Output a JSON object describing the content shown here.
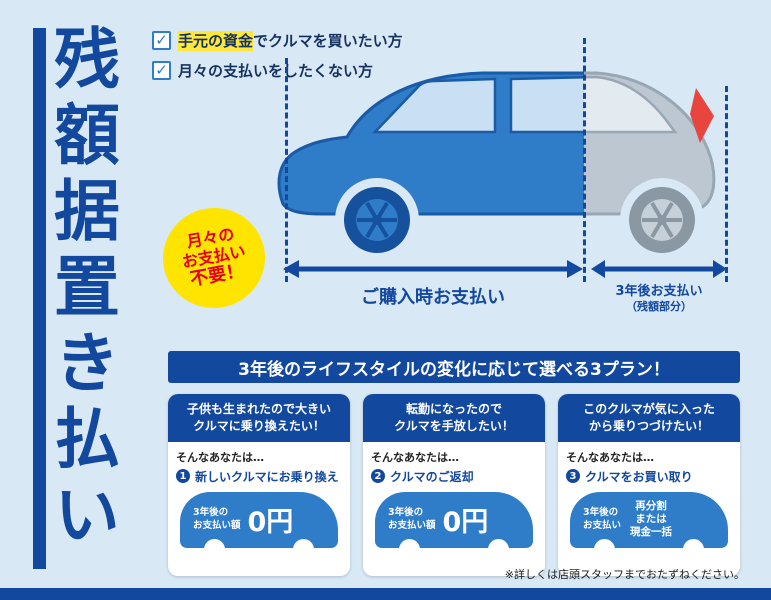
{
  "colors": {
    "background": "#d9e8f5",
    "primary_blue": "#12489e",
    "car_blue": "#2f7cc9",
    "car_gray": "#bcc7d1",
    "highlight_yellow": "#ffe83a",
    "badge_yellow": "#ffe400",
    "badge_red": "#e60012",
    "taillight_red": "#e8453f"
  },
  "icons": {
    "check": "✓"
  },
  "title": {
    "vertical_text": "残額据置き払い"
  },
  "checklist": {
    "items": [
      {
        "highlighted": "手元の資金",
        "rest": "でクルマを買いたい方"
      },
      {
        "highlighted": "",
        "rest": "月々の支払いをしたくない方"
      }
    ]
  },
  "badge": {
    "line1": "月々の",
    "line2": "お支払い",
    "line3": "不要！"
  },
  "payment_timeline": {
    "purchase_arrow_label": "ご購入時お支払い",
    "later_arrow_label_line1": "3年後お支払い",
    "later_arrow_label_line2": "（残額部分）"
  },
  "banner": {
    "text": "3年後のライフスタイルの変化に応じて選べる3プラン！"
  },
  "plans": [
    {
      "header_line1": "子供も生まれたので大きい",
      "header_line2": "クルマに乗り換えたい！",
      "lead": "そんなあなたは…",
      "number": "1",
      "plan_label": "新しいクルマにお乗り換え",
      "amount_label_line1": "3年後の",
      "amount_label_line2": "お支払い額",
      "amount_value": "0円"
    },
    {
      "header_line1": "転勤になったので",
      "header_line2": "クルマを手放したい！",
      "lead": "そんなあなたは…",
      "number": "2",
      "plan_label": "クルマのご返却",
      "amount_label_line1": "3年後の",
      "amount_label_line2": "お支払い額",
      "amount_value": "0円"
    },
    {
      "header_line1": "このクルマが気に入った",
      "header_line2": "から乗りつづけたい！",
      "lead": "そんなあなたは…",
      "number": "3",
      "plan_label": "クルマをお買い取り",
      "amount_label_line1": "3年後の",
      "amount_label_line2": "お支払い",
      "amount_value_line1": "再分割",
      "amount_value_line2": "または",
      "amount_value_line3": "現金一括"
    }
  ],
  "footnote": "※詳しくは店頭スタッフまでおたずねください。"
}
